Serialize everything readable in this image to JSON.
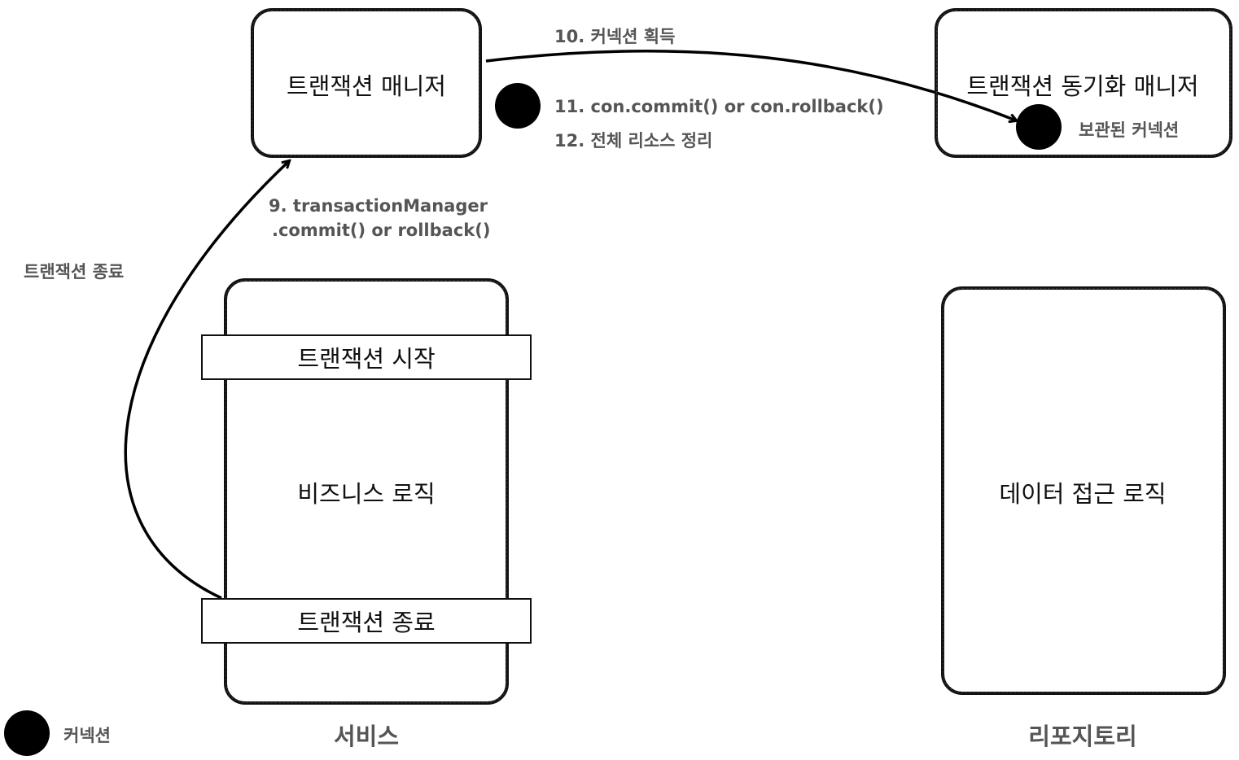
{
  "transaction_manager": {
    "title": "트랜잭션 매니저"
  },
  "sync_manager": {
    "title": "트랜잭션 동기화 매니저",
    "stored_connection": "보관된 커넥션"
  },
  "steps": {
    "step9_line1": "9. transactionManager",
    "step9_line2": ".commit() or rollback()",
    "step10": "10. 커넥션 획득",
    "step11": "11. con.commit() or con.rollback()",
    "step12": "12. 전체 리소스 정리"
  },
  "side_label": "트랜잭션 종료",
  "service": {
    "caption": "서비스",
    "tx_start": "트랜잭션 시작",
    "business_logic": "비즈니스 로직",
    "tx_end": "트랜잭션 종료"
  },
  "repository": {
    "caption": "리포지토리",
    "logic": "데이터 접근 로직"
  },
  "legend": {
    "connection": "커넥션"
  }
}
